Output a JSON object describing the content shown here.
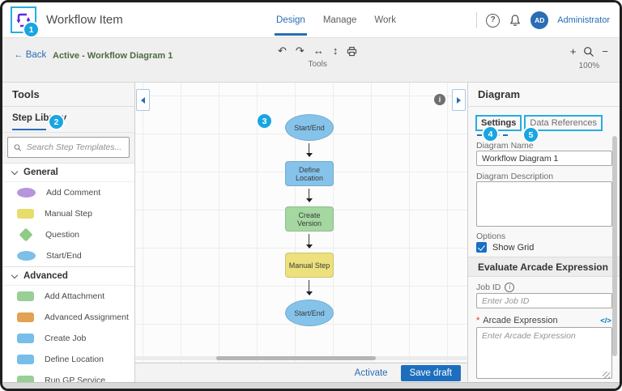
{
  "header": {
    "title": "Workflow Item",
    "nav_tabs": [
      {
        "label": "Design",
        "active": true
      },
      {
        "label": "Manage",
        "active": false
      },
      {
        "label": "Work",
        "active": false
      }
    ],
    "user_initials": "AD",
    "user_name": "Administrator"
  },
  "toolbar": {
    "back_label": "Back",
    "breadcrumb": "Active - Workflow Diagram 1",
    "tools_label": "Tools",
    "zoom_level": "100%"
  },
  "icons": {
    "back_arrow": "←",
    "undo": "↶",
    "redo": "↷",
    "horizontal_arrows": "↔",
    "vertical_arrows": "↕",
    "zoom_in": "+",
    "zoom_out": "−",
    "help": "?",
    "info": "i",
    "code": "</>"
  },
  "step_library": {
    "panel_title": "Tools",
    "tab_label": "Step Library",
    "search_placeholder": "Search Step Templates...",
    "sections": [
      {
        "label": "General",
        "items": [
          {
            "label": "Add Comment",
            "shape": "ellipse",
            "color": "#b795dd"
          },
          {
            "label": "Manual Step",
            "shape": "rect",
            "color": "#e8dc6a"
          },
          {
            "label": "Question",
            "shape": "diamond",
            "color": "#8fcb84"
          },
          {
            "label": "Start/End",
            "shape": "ellipse",
            "color": "#7cc0e8"
          }
        ]
      },
      {
        "label": "Advanced",
        "items": [
          {
            "label": "Add Attachment",
            "shape": "rect",
            "color": "#98cf94"
          },
          {
            "label": "Advanced Assignment",
            "shape": "rect",
            "color": "#e3a152"
          },
          {
            "label": "Create Job",
            "shape": "rect",
            "color": "#77bee9"
          },
          {
            "label": "Define Location",
            "shape": "rect",
            "color": "#77bee9"
          },
          {
            "label": "Run GP Service",
            "shape": "rect",
            "color": "#98cf94"
          }
        ]
      }
    ]
  },
  "canvas": {
    "nodes": [
      {
        "label": "Start/End",
        "shape": "ellipse",
        "color": "#85c3ea"
      },
      {
        "label": "Define Location",
        "shape": "rect",
        "color": "#85c3ea"
      },
      {
        "label": "Create Version",
        "shape": "rect",
        "color": "#a5d7a1"
      },
      {
        "label": "Manual Step",
        "shape": "rect",
        "color": "#ece17c"
      },
      {
        "label": "Start/End",
        "shape": "ellipse",
        "color": "#85c3ea"
      }
    ]
  },
  "diagram_panel": {
    "title": "Diagram",
    "tabs": [
      {
        "label": "Settings",
        "active": true
      },
      {
        "label": "Data References",
        "active": false
      }
    ],
    "diagram_name_label": "Diagram Name",
    "diagram_name_value": "Workflow Diagram 1",
    "diagram_description_label": "Diagram Description",
    "options_label": "Options",
    "show_grid_label": "Show Grid",
    "show_grid_checked": true,
    "arcade_section_title": "Evaluate Arcade Expression",
    "job_id_label": "Job ID",
    "job_id_placeholder": "Enter Job ID",
    "arcade_required_marker": "*",
    "arcade_label": "Arcade Expression",
    "arcade_placeholder": "Enter Arcade Expression"
  },
  "footer": {
    "activate_label": "Activate",
    "save_draft_label": "Save draft"
  },
  "callouts": {
    "1": "1",
    "2": "2",
    "3": "3",
    "4": "4",
    "5": "5"
  },
  "colors": {
    "accent_blue": "#2a6db4",
    "primary_button_blue": "#1d6fbd",
    "callout_cyan": "#19a5e2",
    "breadcrumb_green": "#4e6b40",
    "logo_purple": "#5b2be0"
  }
}
